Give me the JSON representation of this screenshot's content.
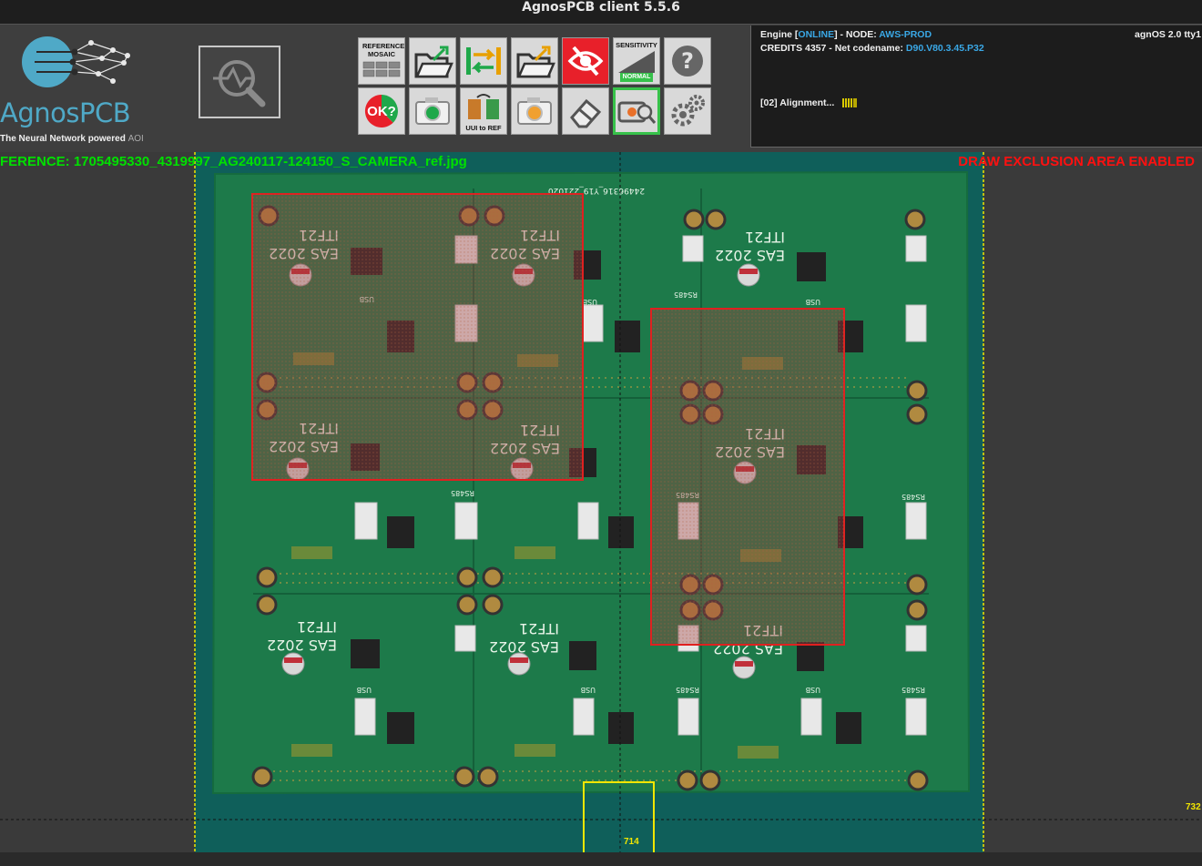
{
  "window": {
    "title": "AgnosPCB client 5.5.6"
  },
  "brand": {
    "name": "AgnosPCB",
    "tagline": "The Neural Network powered",
    "tagline_suffix": "AOI",
    "color": "#4fa9c7"
  },
  "toolbar": {
    "row1": [
      {
        "id": "reference-mosaic",
        "label": "REFERENCE MOSAIC"
      },
      {
        "id": "load-reference",
        "label": ""
      },
      {
        "id": "swap-images",
        "label": ""
      },
      {
        "id": "load-sample",
        "label": ""
      },
      {
        "id": "hide-overlay",
        "label": ""
      },
      {
        "id": "sensitivity",
        "label": "SENSITIVITY",
        "value": "NORMAL"
      },
      {
        "id": "help",
        "label": ""
      }
    ],
    "row2": [
      {
        "id": "ok-check",
        "label": "OK?"
      },
      {
        "id": "capture-reference",
        "label": ""
      },
      {
        "id": "uui-to-ref",
        "label": "UUI to REF"
      },
      {
        "id": "capture-sample",
        "label": ""
      },
      {
        "id": "eraser",
        "label": ""
      },
      {
        "id": "inspect-camera",
        "label": ""
      },
      {
        "id": "settings",
        "label": ""
      }
    ]
  },
  "status": {
    "engine_prefix": "Engine [",
    "engine_state": "ONLINE",
    "engine_suffix": "] - NODE:",
    "node": "AWS-PROD",
    "os": "agnOS 2.0 tty1",
    "credits_prefix": "CREDITS 4357 - Net codename:",
    "codename": "D90.V80.3.45.P32",
    "task": "[02] Alignment..."
  },
  "viewer": {
    "reference_label": "FERENCE: 1705495330_4319997_AG240117-124150_S_CAMERA_ref.jpg",
    "exclusion_label": "DRAW EXCLUSION AREA ENABLED",
    "measure_x": "714",
    "measure_y": "732",
    "board_text": {
      "project": "ITF21",
      "year_text": "EAS 2022",
      "serial": "24496316_Y19_221020",
      "usb": "USB",
      "rs485": "RS485"
    }
  },
  "colors": {
    "ref_label": "#00e000",
    "exclusion": "#ff1010",
    "measure": "#f2e600",
    "board": "#1d7a4a",
    "panel_bg": "#1c1c1c"
  }
}
